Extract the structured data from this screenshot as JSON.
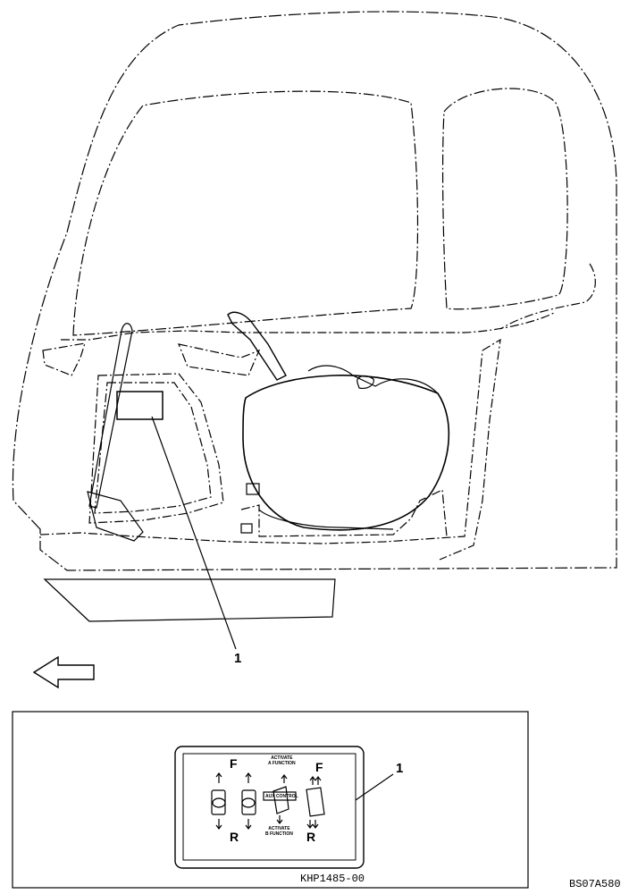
{
  "diagram": {
    "callout_top": "1",
    "callout_bottom": "1",
    "decal": {
      "letter_f_left": "F",
      "letter_r_left": "R",
      "letter_f_right": "F",
      "letter_r_right": "R",
      "activate_a": "ACTIVATE\nA FUNCTION",
      "activate_b": "ACTIVATE\nB FUNCTION",
      "center_tag": "AUX CONTROL",
      "part_code": "KHP1485-00"
    },
    "figure_code": "BS07A580",
    "colors": {
      "line": "#000000",
      "background": "#ffffff"
    }
  }
}
